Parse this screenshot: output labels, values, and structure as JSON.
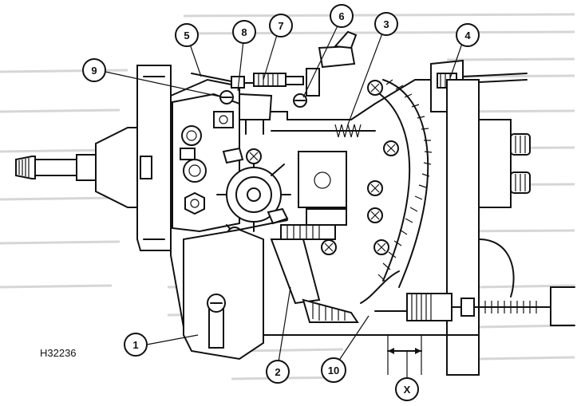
{
  "figure": {
    "reference_code": "H32236",
    "callouts": [
      {
        "label": "1"
      },
      {
        "label": "2"
      },
      {
        "label": "3"
      },
      {
        "label": "4"
      },
      {
        "label": "5"
      },
      {
        "label": "6"
      },
      {
        "label": "7"
      },
      {
        "label": "8"
      },
      {
        "label": "9"
      },
      {
        "label": "10"
      },
      {
        "label": "X"
      }
    ]
  },
  "colors": {
    "ink": "#111111",
    "paper": "#ffffff",
    "bleed_through": "#c9c9c9"
  }
}
